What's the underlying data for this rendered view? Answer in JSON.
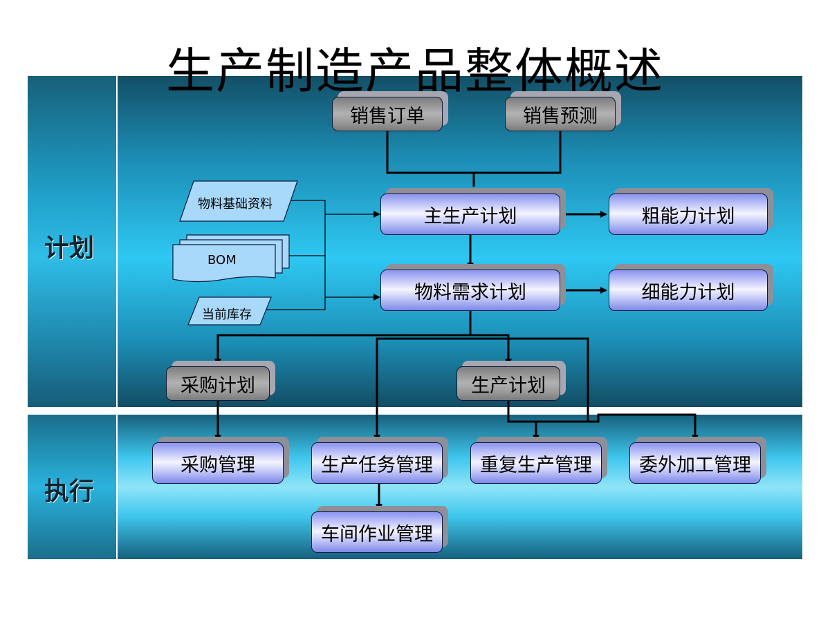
{
  "title": "生产制造产品整体概述",
  "sections": {
    "plan": "计划",
    "execute": "执行"
  },
  "nodes": {
    "sales_order": "销售订单",
    "sales_forecast": "销售预测",
    "material_master": "物料基础资料",
    "bom": "BOM",
    "current_inventory": "当前库存",
    "mps": "主生产计划",
    "rough_capacity": "粗能力计划",
    "mrp": "物料需求计划",
    "detailed_capacity": "细能力计划",
    "purchase_plan": "采购计划",
    "production_plan": "生产计划",
    "purchase_mgmt": "采购管理",
    "production_task_mgmt": "生产任务管理",
    "repetitive_production_mgmt": "重复生产管理",
    "outsourcing_mgmt": "委外加工管理",
    "shop_floor_mgmt": "车间作业管理"
  },
  "colors": {
    "plan_band": "#1f9fc8",
    "exec_band": "#3fc7ee",
    "box_blue": "#8a93f0",
    "box_gray": "#9a9a9a",
    "connector": "#000000"
  }
}
